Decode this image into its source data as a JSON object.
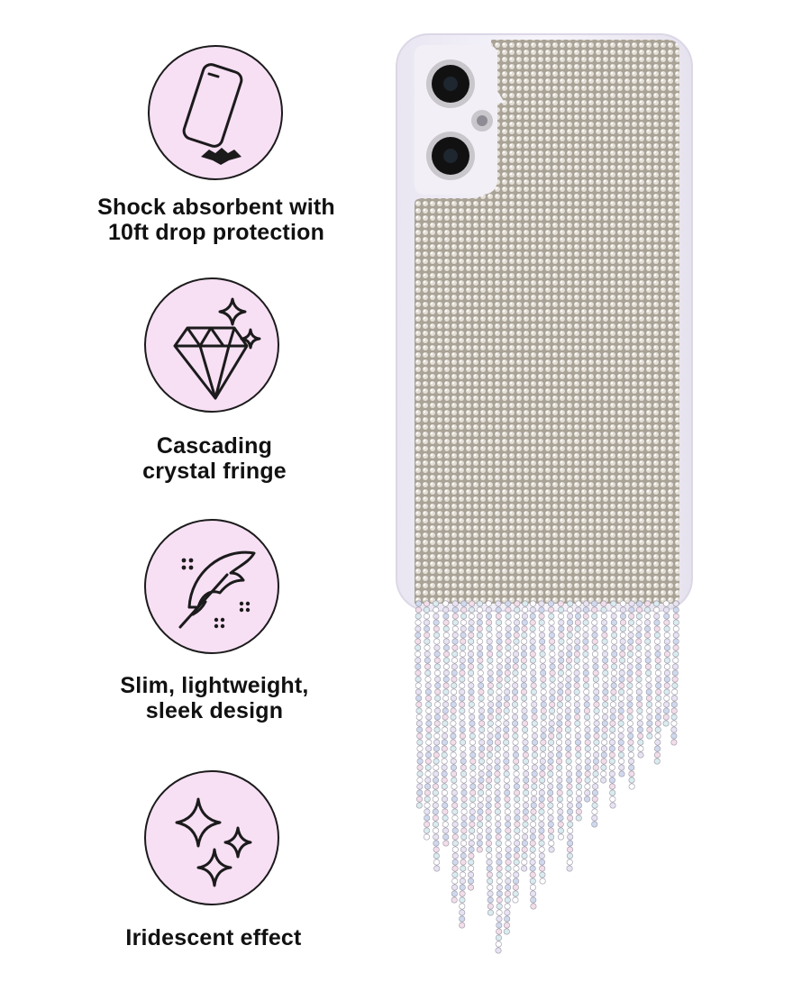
{
  "features": [
    {
      "icon": "phone-drop-icon",
      "lines": [
        "Shock absorbent with",
        "10ft drop protection"
      ]
    },
    {
      "icon": "diamond-sparkle-icon",
      "lines": [
        "Cascading",
        "crystal fringe"
      ]
    },
    {
      "icon": "feather-icon",
      "lines": [
        "Slim, lightweight,",
        "sleek design"
      ]
    },
    {
      "icon": "sparkles-icon",
      "lines": [
        "Iridescent effect"
      ]
    }
  ],
  "colors": {
    "circle_fill": "#f7dff4",
    "icon_stroke": "#1b1b1b",
    "case_frame": "#f2eff8",
    "crystal_base": "#bdb7ad"
  }
}
